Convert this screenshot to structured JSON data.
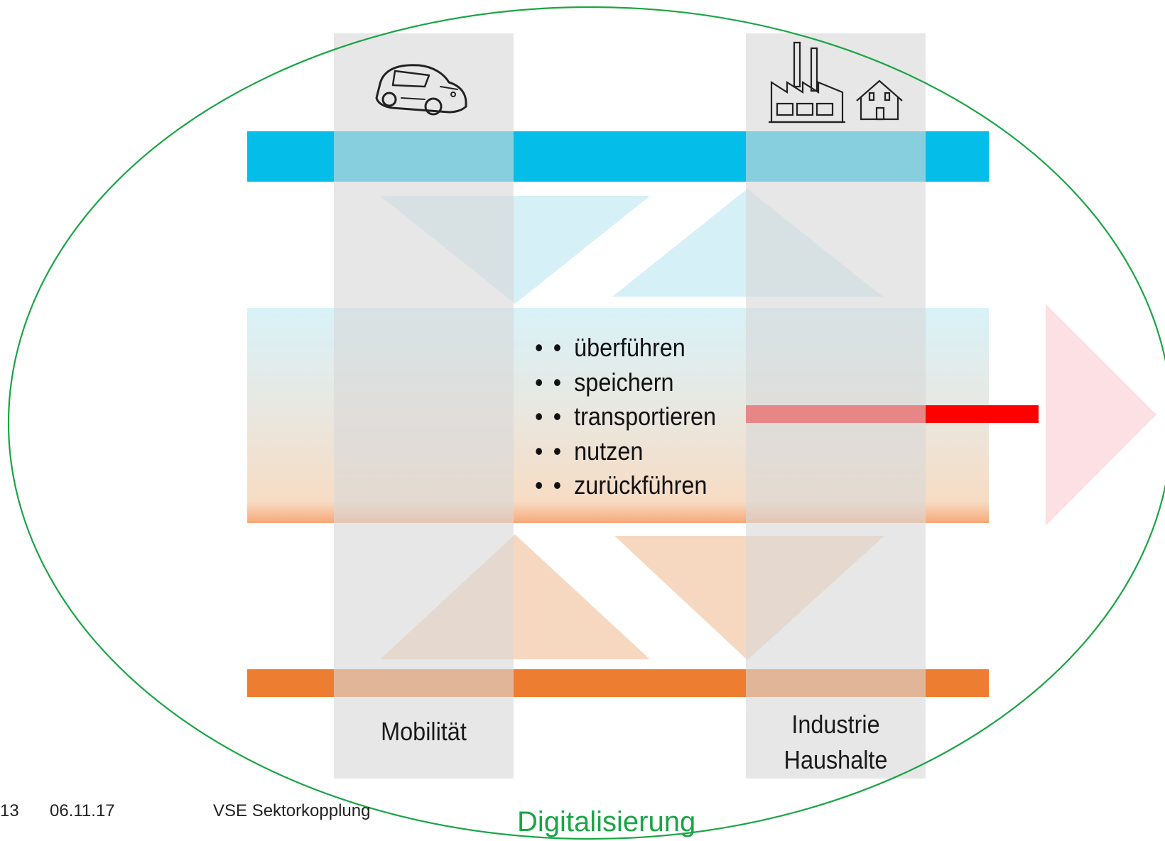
{
  "columns": {
    "mobility": {
      "label": "Mobilität",
      "icon": "car-icon"
    },
    "industry": {
      "label_lines": [
        "Industrie",
        "Haushalte"
      ],
      "icons": [
        "factory-icon",
        "house-icon"
      ]
    }
  },
  "process_steps": [
    "überführen",
    "speichern",
    "transportieren",
    "nutzen",
    "zurückführen"
  ],
  "footer": {
    "page": "13",
    "date": "06.11.17",
    "title": "VSE Sektorkopplung"
  },
  "outer_label": "Digitalisierung",
  "colors": {
    "electricity_band": "#04bde8",
    "heat_band": "#ed7d31",
    "column_overlay": "#dcdcdc",
    "ellipse": "#1aa545",
    "arrow_line": "#ff0000",
    "arrow_head": "#fde0e3",
    "digital_text": "#1aa545"
  }
}
